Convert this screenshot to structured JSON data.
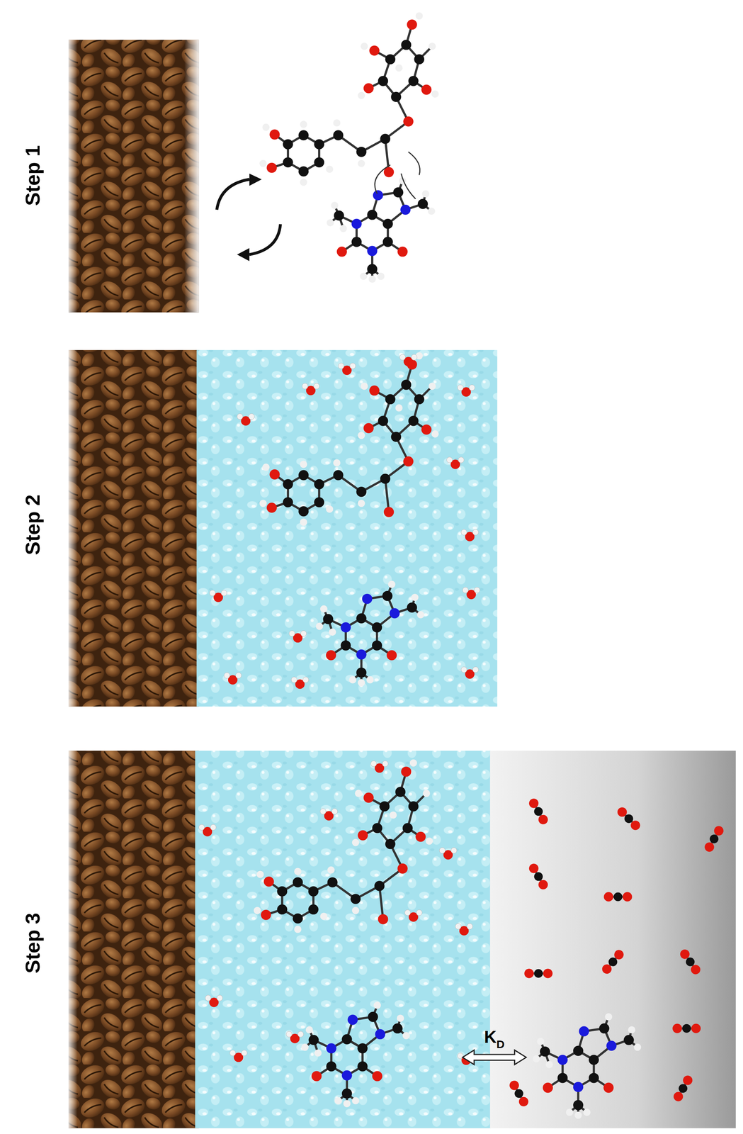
{
  "diagram": {
    "labels": [
      "Step 1",
      "Step 2",
      "Step 3",
      "K",
      "D"
    ]
  }
}
